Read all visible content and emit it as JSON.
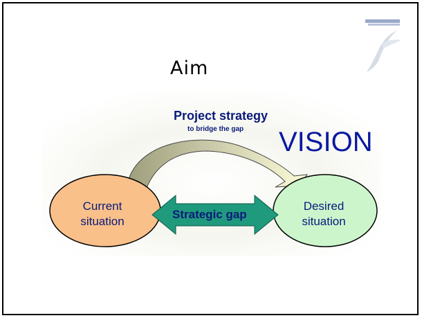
{
  "slide": {
    "title": "Aim"
  },
  "diagram": {
    "strategy_title": "Project strategy",
    "strategy_subtitle": "to bridge the gap",
    "vision": "VISION",
    "current_line1": "Current",
    "current_line2": "situation",
    "desired_line1": "Desired",
    "desired_line2": "situation",
    "gap_label": "Strategic gap"
  },
  "colors": {
    "current_fill": "#f9c08a",
    "desired_fill": "#ccf5cc",
    "gap_arrow": "#1f9a7c",
    "curve_left": "#a8a886",
    "curve_right": "#f4f4cc",
    "text_blue": "#0a1a7a"
  },
  "icons": {
    "logo": "bird-logo-icon"
  }
}
